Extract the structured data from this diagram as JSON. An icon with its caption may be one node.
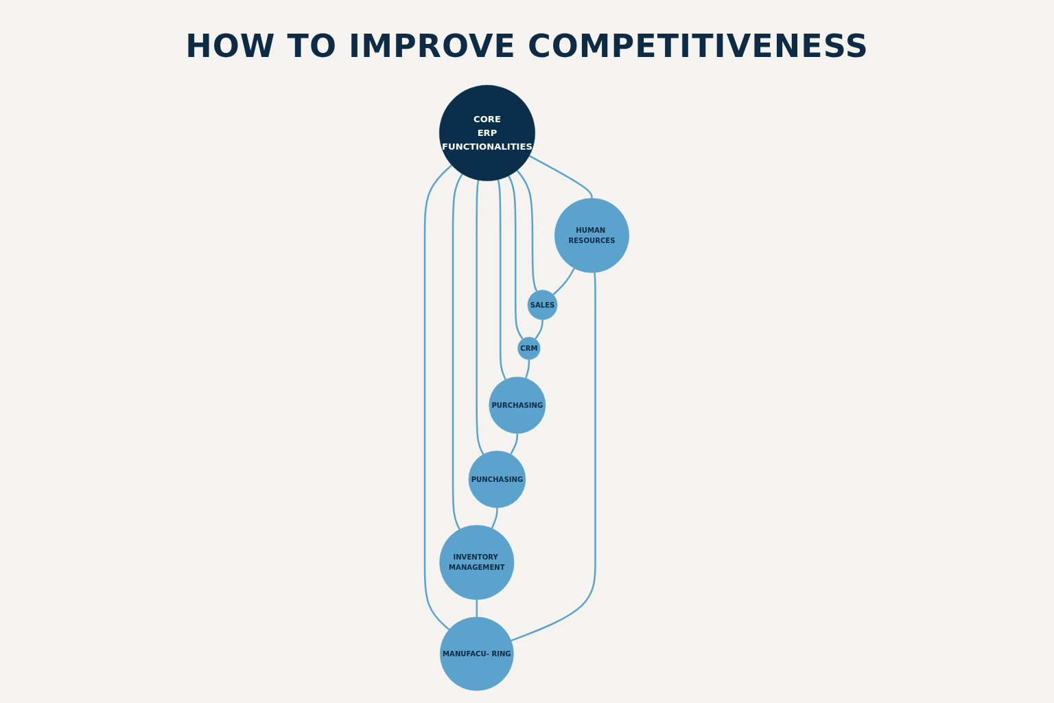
{
  "diagram": {
    "title": "HOW TO IMPROVE COMPETITIVENESS",
    "nodes": [
      {
        "text": [
          "CORE",
          "ERP",
          "FUNCTIONALITIES"
        ]
      },
      {
        "text": [
          "HUMAN RESOURCES"
        ]
      },
      {
        "text": [
          "SALES"
        ]
      },
      {
        "text": [
          "CRM"
        ]
      },
      {
        "text": [
          "PURCHASING"
        ]
      },
      {
        "text": [
          "PUNCHASING"
        ]
      },
      {
        "text": [
          "INVENTORY MANAGEMENT"
        ]
      },
      {
        "text": [
          "MANUFACU- RING"
        ]
      }
    ],
    "edges": [
      {
        "from": 0,
        "to": 1,
        "arrow": "none"
      },
      {
        "from": 0,
        "to": 2,
        "arrow": "none"
      },
      {
        "from": 0,
        "to": 3,
        "arrow": "none"
      },
      {
        "from": 0,
        "to": 4,
        "arrow": "none"
      },
      {
        "from": 0,
        "to": 5,
        "arrow": "none"
      },
      {
        "from": 0,
        "to": 6,
        "arrow": "none"
      },
      {
        "from": 0,
        "to": 7,
        "arrow": "none"
      },
      {
        "from": 1,
        "to": 2,
        "arrow": "none"
      },
      {
        "from": 2,
        "to": 3,
        "arrow": "none"
      },
      {
        "from": 3,
        "to": 4,
        "arrow": "none"
      },
      {
        "from": 4,
        "to": 5,
        "arrow": "none"
      },
      {
        "from": 5,
        "to": 6,
        "arrow": "none"
      },
      {
        "from": 6,
        "to": 7,
        "arrow": "none"
      },
      {
        "from": 7,
        "to": 1,
        "arrow": "none"
      }
    ]
  }
}
